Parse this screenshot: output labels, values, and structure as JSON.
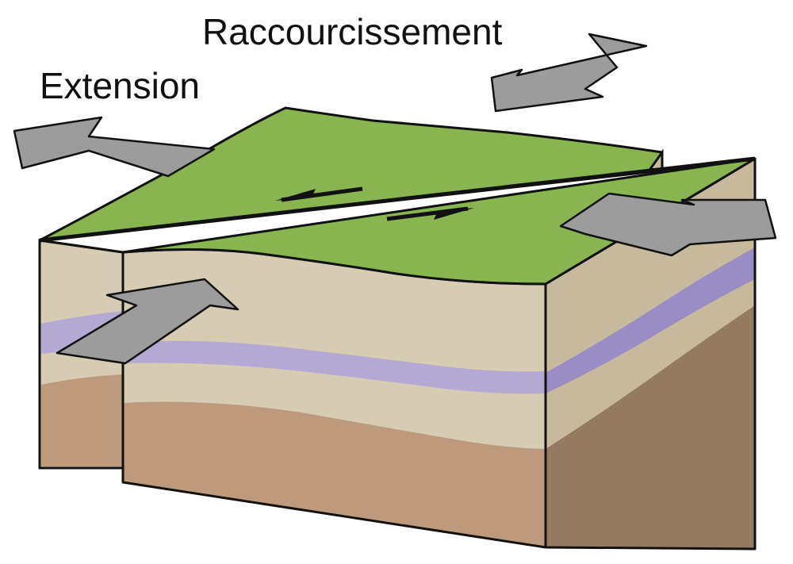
{
  "labels": {
    "shortening": "Raccourcissement",
    "extension": "Extension"
  },
  "colors": {
    "surface": "#88b550",
    "light_layer": "#d6cbb3",
    "light_layer_side": "#c7b99c",
    "purple_layer": "#b3a9d3",
    "purple_layer_side": "#9a8cc4",
    "brown_layer": "#bd9a7b",
    "brown_layer_side": "#957a62",
    "arrow_fill": "#9c9c9c",
    "outline": "#111111"
  },
  "icons": {
    "extension_arrows": "double-headed-arrow",
    "shortening_arrows": "double-headed-arrow",
    "fault_motion": "half-arrow"
  }
}
